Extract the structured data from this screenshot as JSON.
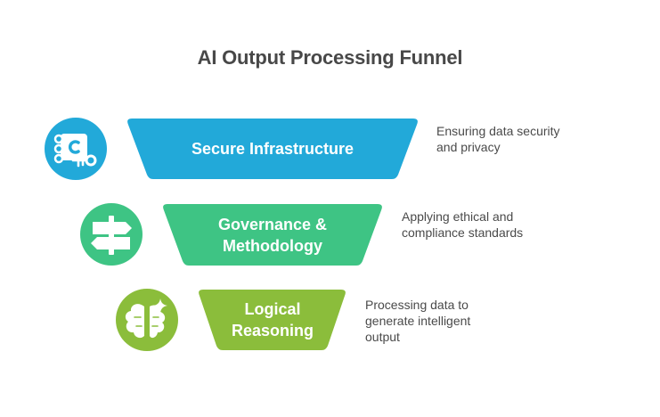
{
  "title": "AI Output Processing Funnel",
  "stages": [
    {
      "label": "Secure Infrastructure",
      "description_lines": [
        "Ensuring data security",
        "and privacy"
      ],
      "icon": "secure-key-icon",
      "color": "#22a9d9"
    },
    {
      "label_lines": [
        "Governance &",
        "Methodology"
      ],
      "description_lines": [
        "Applying ethical and",
        "compliance standards"
      ],
      "icon": "signpost-icon",
      "color": "#3ec484"
    },
    {
      "label_lines": [
        "Logical",
        "Reasoning"
      ],
      "description_lines": [
        "Processing data to",
        "generate intelligent",
        "output"
      ],
      "icon": "brain-sparkle-icon",
      "color": "#8bbd3b"
    }
  ]
}
